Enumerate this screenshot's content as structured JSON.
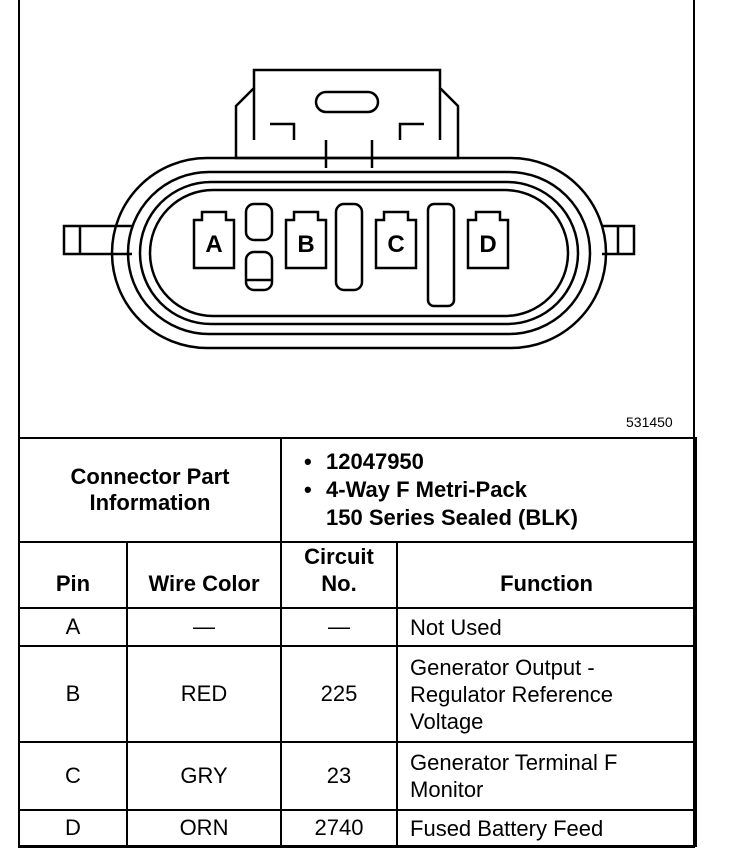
{
  "figure_code": "531450",
  "connector": {
    "pins": [
      "A",
      "B",
      "C",
      "D"
    ]
  },
  "info": {
    "label_line1": "Connector Part",
    "label_line2": "Information",
    "part_number": "12047950",
    "desc_line1": "4-Way F Metri-Pack",
    "desc_line2": "150 Series Sealed (BLK)"
  },
  "table": {
    "headers": {
      "pin": "Pin",
      "wire_color": "Wire Color",
      "circuit_line1": "Circuit",
      "circuit_line2": "No.",
      "function": "Function"
    },
    "rows": [
      {
        "pin": "A",
        "color": "—",
        "circuit": "—",
        "fn1": "Not Used"
      },
      {
        "pin": "B",
        "color": "RED",
        "circuit": "225",
        "fn1": "Generator Output -",
        "fn2": "Regulator Reference",
        "fn3": "Voltage"
      },
      {
        "pin": "C",
        "color": "GRY",
        "circuit": "23",
        "fn1": "Generator Terminal F",
        "fn2": "Monitor"
      },
      {
        "pin": "D",
        "color": "ORN",
        "circuit": "2740",
        "fn1": "Fused Battery Feed"
      }
    ]
  }
}
